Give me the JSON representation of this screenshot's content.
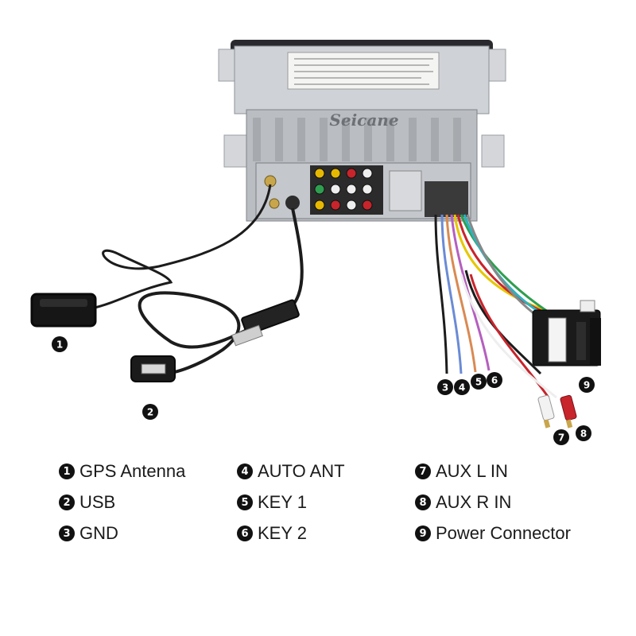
{
  "brand": "Seicane",
  "callouts": {
    "n1": "1",
    "n2": "2",
    "n3": "3",
    "n4": "4",
    "n5": "5",
    "n6": "6",
    "n7": "7",
    "n8": "8",
    "n9": "9"
  },
  "legend": [
    {
      "num": "1",
      "label": "GPS Antenna"
    },
    {
      "num": "2",
      "label": "USB"
    },
    {
      "num": "3",
      "label": "GND"
    },
    {
      "num": "4",
      "label": "AUTO ANT"
    },
    {
      "num": "5",
      "label": "KEY 1"
    },
    {
      "num": "6",
      "label": "KEY 2"
    },
    {
      "num": "7",
      "label": "AUX L IN"
    },
    {
      "num": "8",
      "label": "AUX R IN"
    },
    {
      "num": "9",
      "label": "Power Connector"
    }
  ],
  "colors": {
    "chassis": "#c9ccd0",
    "cable": "#1c1c1c",
    "rca_red": "#c8242b",
    "rca_white": "#eeeeee",
    "rca_yellow": "#e6b800",
    "rca_green": "#2f9e4f"
  }
}
